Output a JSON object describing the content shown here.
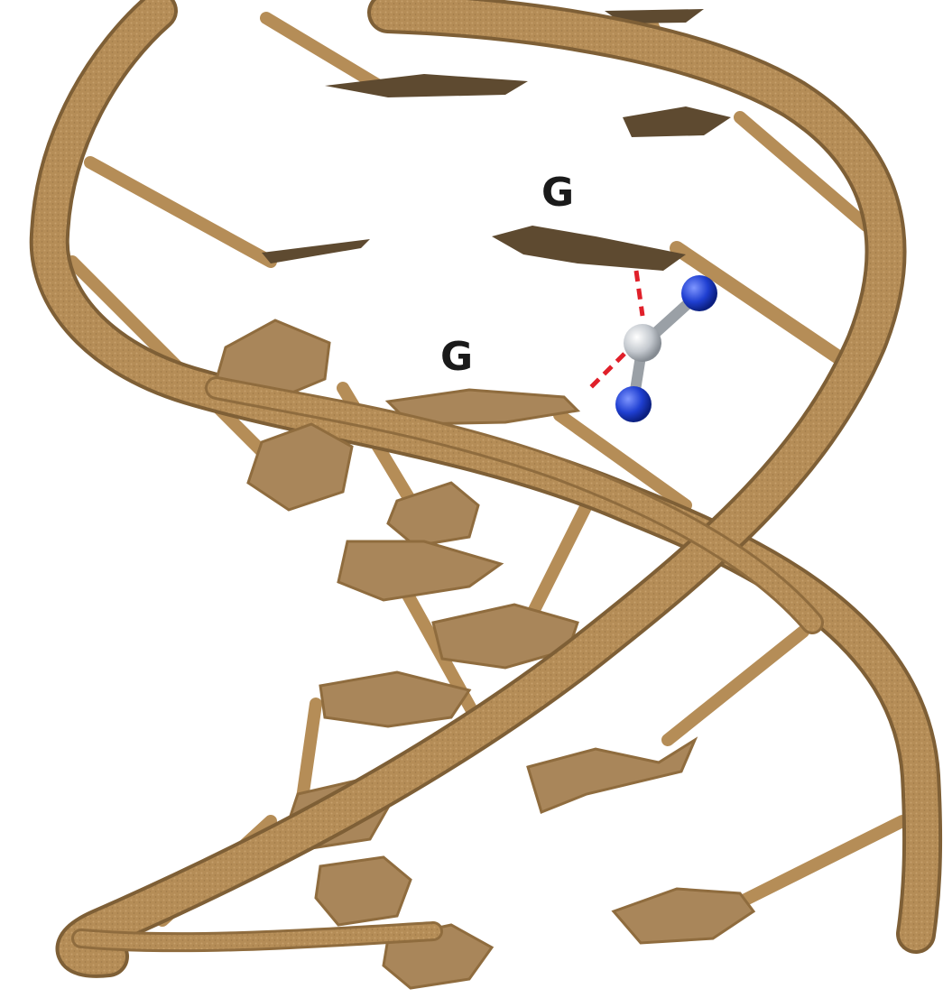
{
  "labels": {
    "upper_base": "G",
    "lower_base": "G"
  },
  "colors": {
    "backbone": "#b58d57",
    "backbone_dark": "#8f6c3e",
    "base_plate": "#a9865a",
    "base_plate_dark": "#5e4a30",
    "nitrogen_atom": "#1f3fd1",
    "carbon_atom": "#c4c9cf",
    "hydrogen_bond": "#e0202a",
    "label": "#1a1a1a"
  },
  "structure": {
    "kind": "DNA double helix with guanine-guanine crosslink",
    "crosslink_atoms": [
      "nitrogen",
      "carbon",
      "nitrogen"
    ],
    "bond_style": "dashed"
  }
}
